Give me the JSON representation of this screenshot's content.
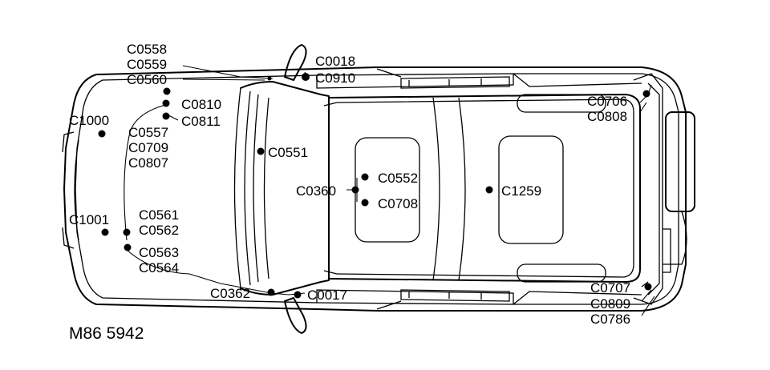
{
  "diagram": {
    "reference": "M86 5942",
    "connectors": [
      {
        "id": "c0558",
        "label": "C0558"
      },
      {
        "id": "c0559",
        "label": "C0559"
      },
      {
        "id": "c0560",
        "label": "C0560"
      },
      {
        "id": "c0018",
        "label": "C0018"
      },
      {
        "id": "c0910",
        "label": "C0910"
      },
      {
        "id": "c0810",
        "label": "C0810"
      },
      {
        "id": "c0811",
        "label": "C0811"
      },
      {
        "id": "c1000",
        "label": "C1000"
      },
      {
        "id": "c0557",
        "label": "C0557"
      },
      {
        "id": "c0709",
        "label": "C0709"
      },
      {
        "id": "c0807",
        "label": "C0807"
      },
      {
        "id": "c0551",
        "label": "C0551"
      },
      {
        "id": "c0706",
        "label": "C0706"
      },
      {
        "id": "c0808",
        "label": "C0808"
      },
      {
        "id": "c0552",
        "label": "C0552"
      },
      {
        "id": "c0360",
        "label": "C0360"
      },
      {
        "id": "c0708",
        "label": "C0708"
      },
      {
        "id": "c1259",
        "label": "C1259"
      },
      {
        "id": "c1001",
        "label": "C1001"
      },
      {
        "id": "c0561",
        "label": "C0561"
      },
      {
        "id": "c0562",
        "label": "C0562"
      },
      {
        "id": "c0563",
        "label": "C0563"
      },
      {
        "id": "c0564",
        "label": "C0564"
      },
      {
        "id": "c0362",
        "label": "C0362"
      },
      {
        "id": "c0017",
        "label": "C0017"
      },
      {
        "id": "c0707",
        "label": "C0707"
      },
      {
        "id": "c0809",
        "label": "C0809"
      },
      {
        "id": "c0786",
        "label": "C0786"
      }
    ]
  }
}
